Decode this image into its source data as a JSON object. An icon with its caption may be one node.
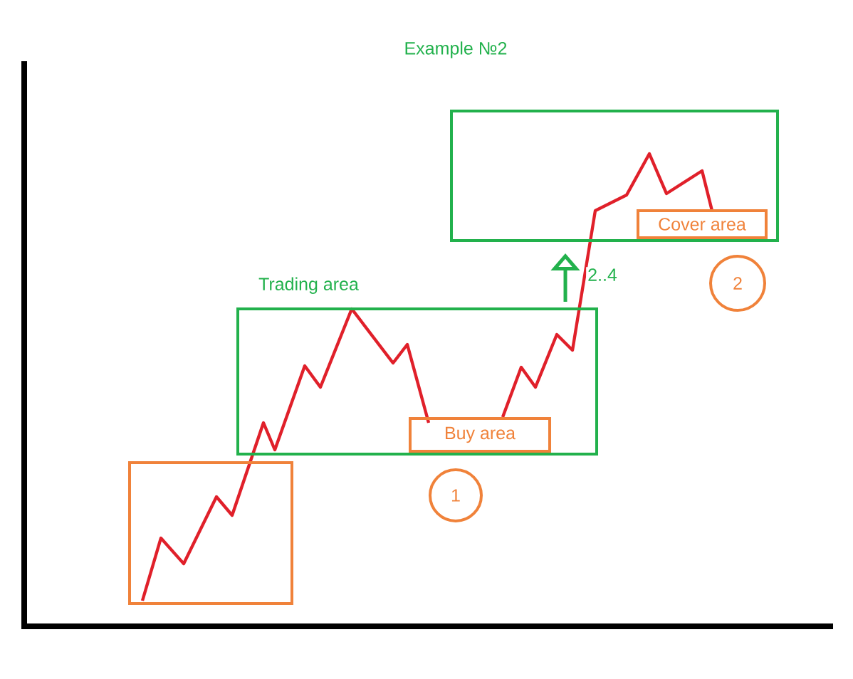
{
  "diagram": {
    "title": "Example №2",
    "nodes": [
      {
        "text": [
          "Trading area"
        ]
      },
      {
        "text": [
          "Buy area"
        ],
        "in": 0
      },
      {
        "text": [],
        "shape": "box"
      },
      {
        "text": [
          "Cover area"
        ],
        "in": 2
      },
      {
        "text": [],
        "shape": "box"
      },
      {
        "text": [
          "1"
        ]
      },
      {
        "text": [
          "2"
        ]
      }
    ],
    "edges": [
      {
        "from": 0,
        "to": 2,
        "arrow": "to",
        "label": "2..4",
        "color": "#22b14c"
      }
    ]
  }
}
